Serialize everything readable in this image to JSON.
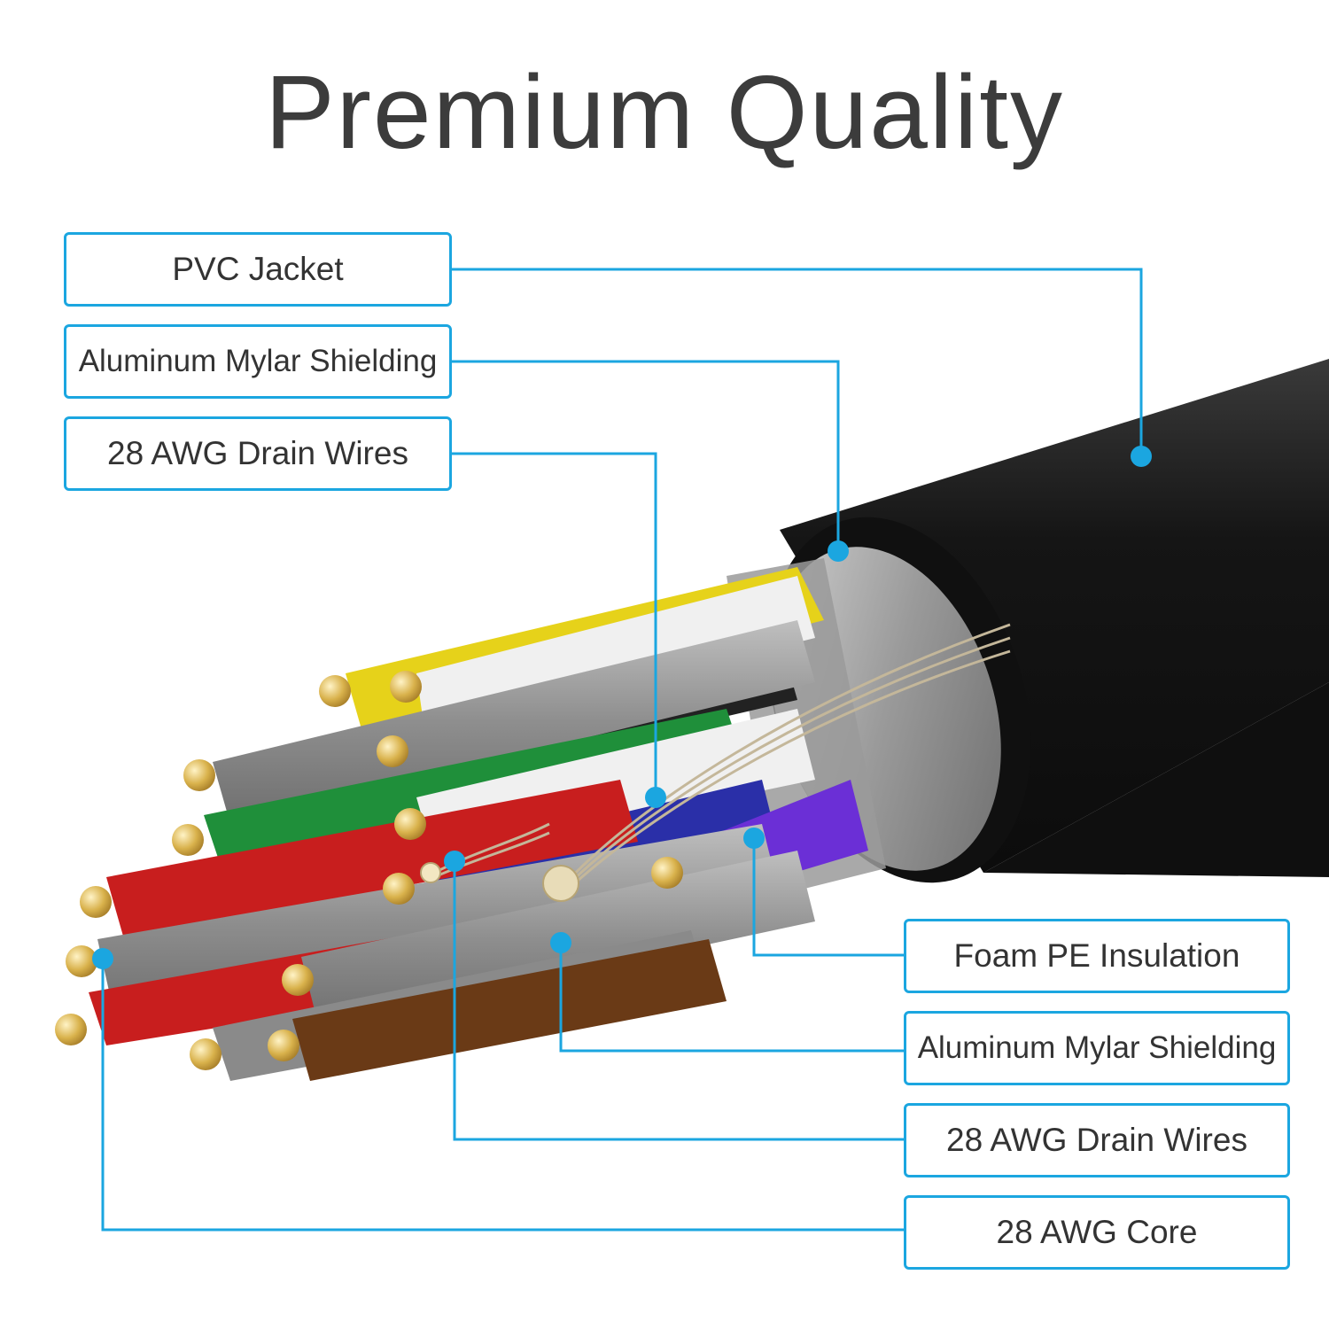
{
  "title": "Premium Quality",
  "labels": {
    "pvc_jacket": "PVC Jacket",
    "mylar_top": "Aluminum Mylar Shielding",
    "drain_top": "28 AWG Drain Wires",
    "foam_pe": "Foam PE Insulation",
    "mylar_bottom": "Aluminum Mylar Shielding",
    "drain_bottom": "28 AWG Drain Wires",
    "core": "28 AWG Core"
  },
  "colors": {
    "accent": "#1ba6e0",
    "title_text": "#3c3c3c",
    "jacket": "#1c1c1c",
    "gold": "#d9b24c",
    "yellow": "#e6d21a",
    "green": "#1f8f3a",
    "red": "#c81e1e",
    "blue": "#2a2fa8",
    "purple": "#6b2fd6",
    "brown": "#6a3a16",
    "grey": "#8a8a8a",
    "black": "#222222",
    "white": "#f2f2f2"
  }
}
